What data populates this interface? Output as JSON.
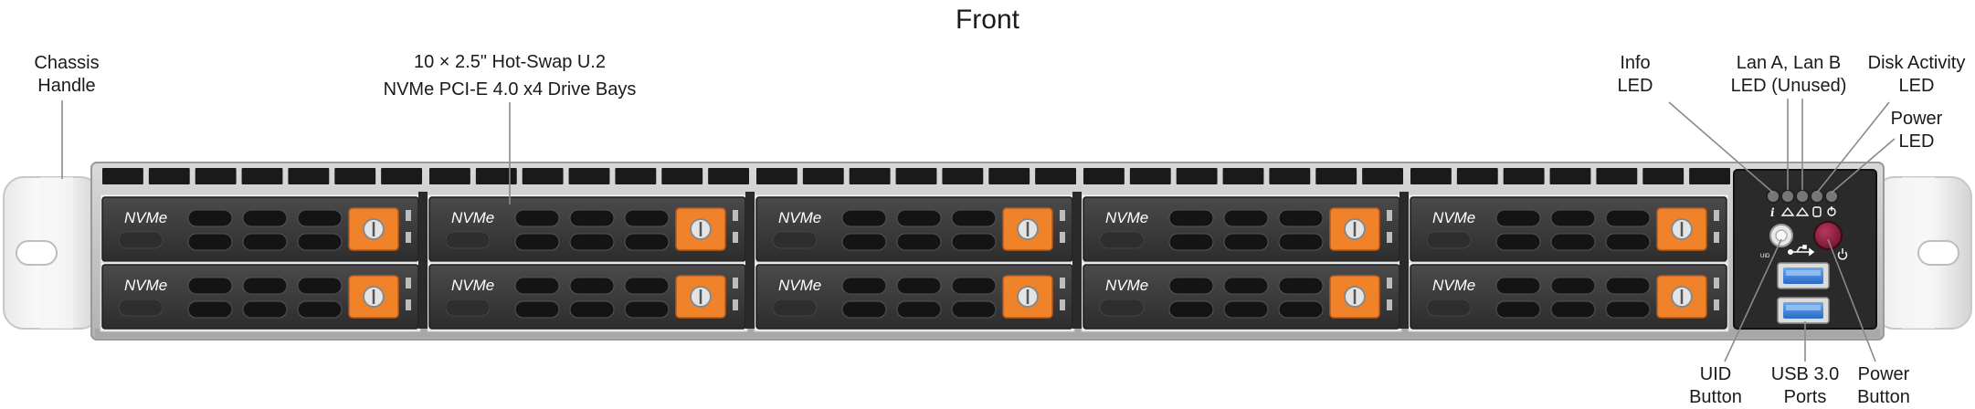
{
  "title": "Front",
  "labels": {
    "chassis_handle": [
      "Chassis",
      "Handle"
    ],
    "drive_bays": [
      "10 × 2.5\" Hot-Swap U.2",
      "NVMe PCI-E 4.0 x4 Drive Bays"
    ],
    "info_led": [
      "Info",
      "LED"
    ],
    "lan_led": [
      "Lan A, Lan B",
      "LED (Unused)"
    ],
    "disk_activity_led": [
      "Disk Activity",
      "LED"
    ],
    "power_led": [
      "Power",
      "LED"
    ],
    "uid_button": [
      "UID",
      "Button"
    ],
    "usb_ports": [
      "USB 3.0",
      "Ports"
    ],
    "power_button": [
      "Power",
      "Button"
    ]
  },
  "drive_label": "NVMe",
  "drive_count": 10,
  "uid_text": "UID",
  "colors": {
    "chassis": "#c6c6c6",
    "vent": "#1a1a1a",
    "tray": "#3a3a3a",
    "latch": "#f0832a",
    "power_button": "#8c1d3c",
    "usb": "#3c82d8"
  },
  "icons": [
    "info-icon",
    "network-icon",
    "network-icon",
    "disk-icon",
    "power-led-icon",
    "usb-icon",
    "power-icon"
  ]
}
